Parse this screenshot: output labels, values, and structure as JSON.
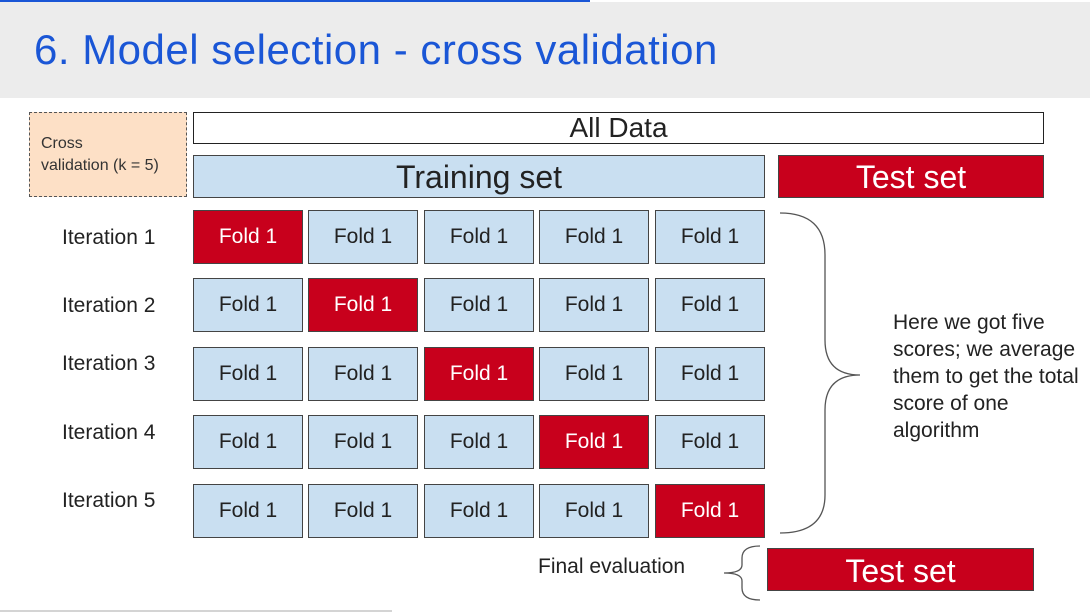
{
  "title": "6. Model selection - cross validation",
  "cv_label_line1": "Cross",
  "cv_label_line2": "validation (k = 5)",
  "all_data": "All Data",
  "training_set": "Training set",
  "test_set_top": "Test set",
  "test_set_bottom": "Test set",
  "final_evaluation": "Final evaluation",
  "note": "Here we got five scores; we average them to get the total score of one algorithm",
  "colors": {
    "title": "#1a56d6",
    "test_fold": "#c8001c",
    "train_fold": "#c9dff1",
    "cv_box": "#fde0c6"
  },
  "iterations": [
    {
      "label": "Iteration 1",
      "active": 0,
      "folds": [
        "Fold 1",
        "Fold 1",
        "Fold 1",
        "Fold 1",
        "Fold 1"
      ]
    },
    {
      "label": "Iteration 2",
      "active": 1,
      "folds": [
        "Fold 1",
        "Fold 1",
        "Fold 1",
        "Fold 1",
        "Fold 1"
      ]
    },
    {
      "label": "Iteration 3",
      "active": 2,
      "folds": [
        "Fold 1",
        "Fold 1",
        "Fold 1",
        "Fold 1",
        "Fold 1"
      ]
    },
    {
      "label": "Iteration 4",
      "active": 3,
      "folds": [
        "Fold 1",
        "Fold 1",
        "Fold 1",
        "Fold 1",
        "Fold 1"
      ]
    },
    {
      "label": "Iteration 5",
      "active": 4,
      "folds": [
        "Fold 1",
        "Fold 1",
        "Fold 1",
        "Fold 1",
        "Fold 1"
      ]
    }
  ]
}
